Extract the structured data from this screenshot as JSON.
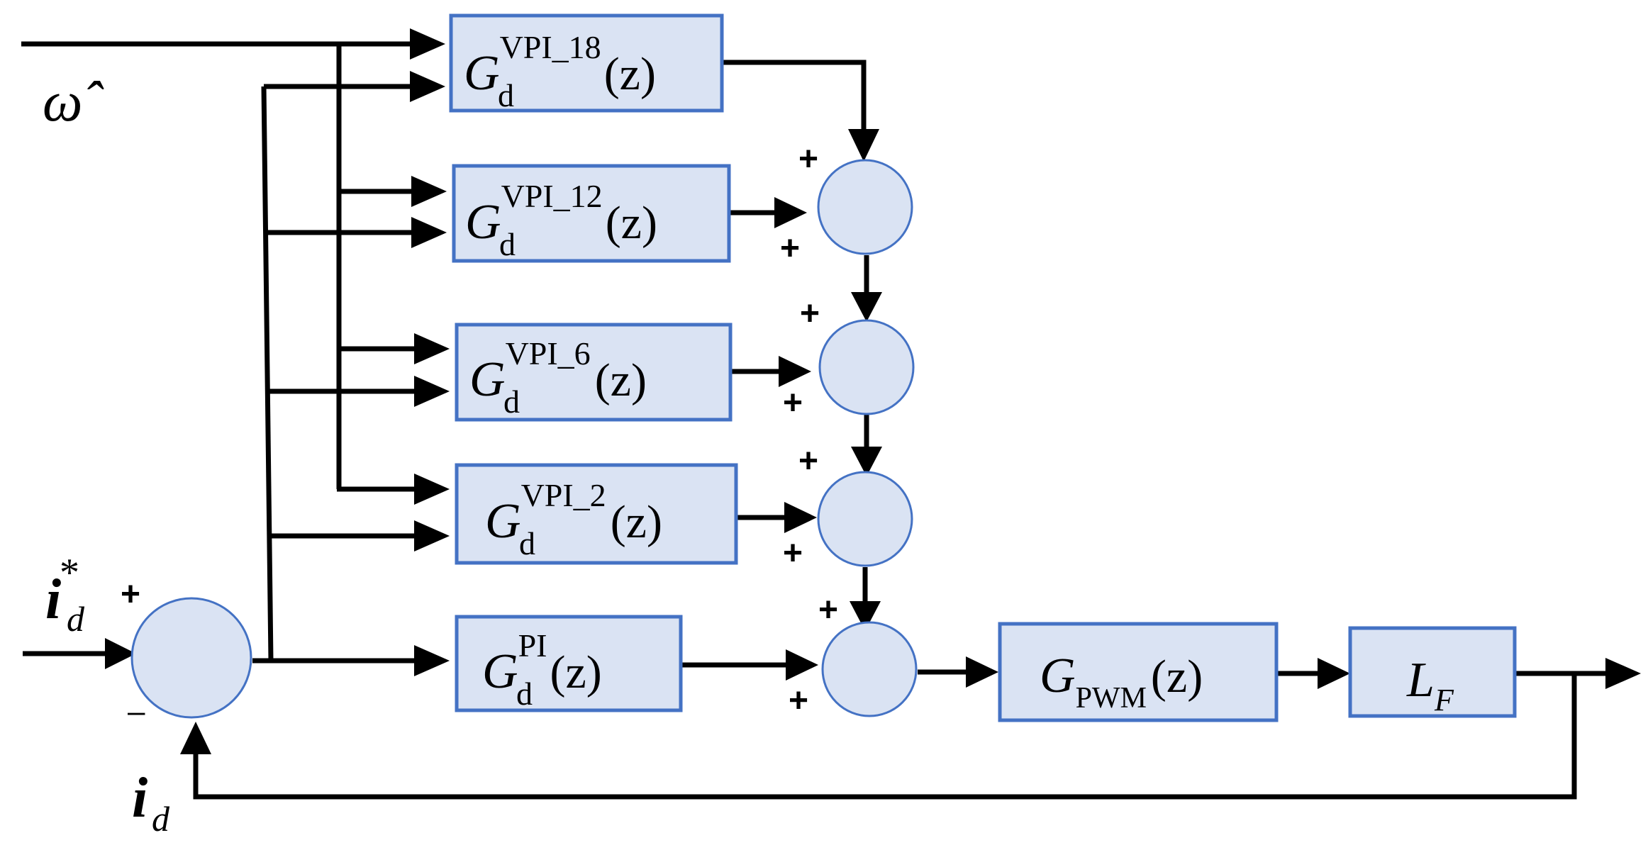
{
  "signals": {
    "omega_hat": "ω̂",
    "id_ref_base": "i",
    "id_ref_sub": "d",
    "id_ref_sup": "*",
    "id_fb_base": "i",
    "id_fb_sub": "d"
  },
  "blocks": {
    "vpi18": {
      "base": "G",
      "sub": "d",
      "sup": "VPI_18",
      "arg": "(z)"
    },
    "vpi12": {
      "base": "G",
      "sub": "d",
      "sup": "VPI_12",
      "arg": "(z)"
    },
    "vpi6": {
      "base": "G",
      "sub": "d",
      "sup": "VPI_6",
      "arg": "(z)"
    },
    "vpi2": {
      "base": "G",
      "sub": "d",
      "sup": "VPI_2",
      "arg": "(z)"
    },
    "pi": {
      "base": "G",
      "sub": "d",
      "sup": "PI",
      "arg": "(z)"
    },
    "pwm": {
      "base": "G",
      "sub": "PWM",
      "arg": "(z)"
    },
    "lf": {
      "base": "L",
      "sub": "F"
    }
  },
  "signs": {
    "plus": "+",
    "minus": "–"
  },
  "colors": {
    "block_fill": "#dae3f3",
    "block_stroke": "#4472c4",
    "wire": "#000000"
  }
}
